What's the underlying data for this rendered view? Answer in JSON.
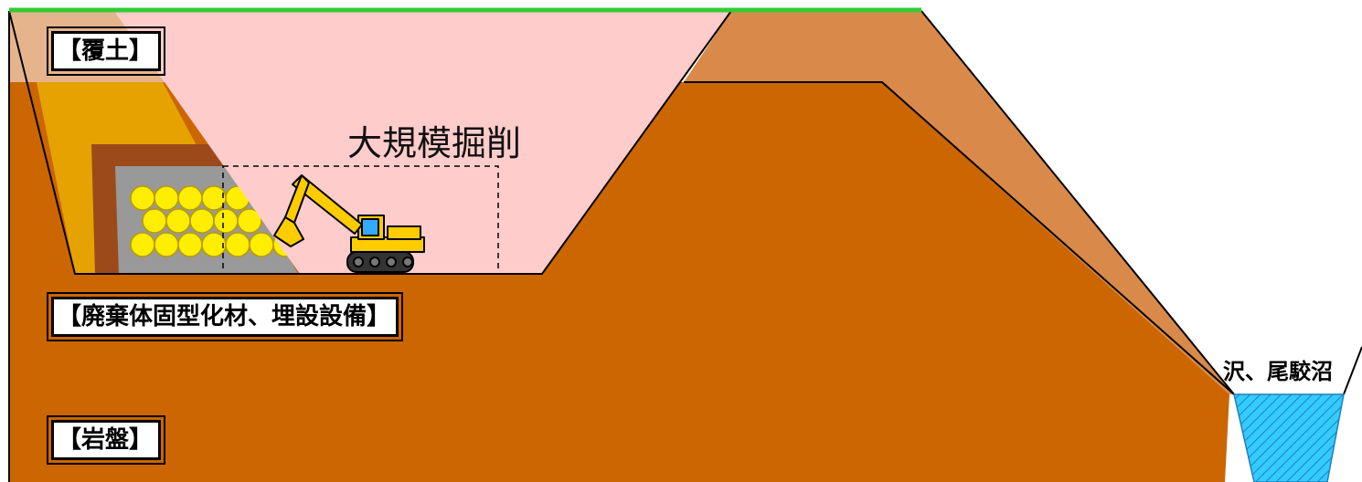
{
  "labels": {
    "soil_cover": "【覆土】",
    "waste_facility": "【廃棄体固型化材、埋設設備】",
    "bedrock": "【岩盤】",
    "excavation": "大規模掘削",
    "marsh": "沢、尾駮沼"
  },
  "colors": {
    "bedrock": "#cc6600",
    "soil_cover_light": "#e5b48c",
    "slope_soil": "#d98a4a",
    "excavation_zone": "#ffcccc",
    "ground_surface": "#33cc33",
    "yellow_layer": "#e6a200",
    "brown_layer": "#9c4a1a",
    "concrete": "#999999",
    "waste_package": "#ffee00",
    "water": "#33ccff"
  },
  "icons": {
    "excavator": "excavator-icon",
    "water": "water-hatch-icon"
  }
}
